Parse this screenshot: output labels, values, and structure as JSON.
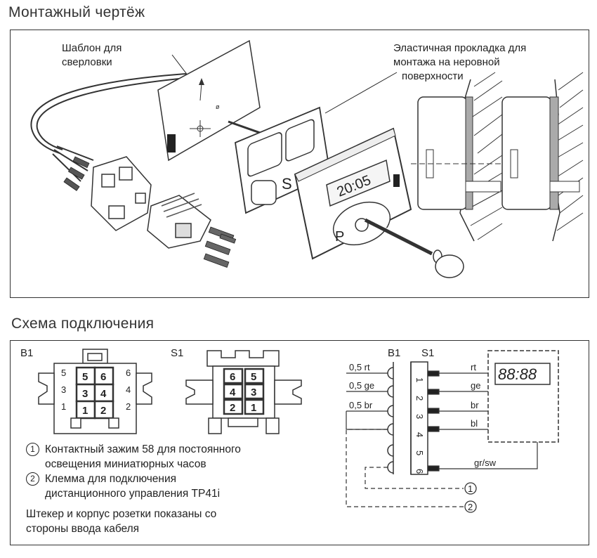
{
  "sections": {
    "mounting": {
      "title": "Монтажный чертёж",
      "template_label_1": "Шаблон для",
      "template_label_2": "сверловки",
      "gasket_label_1": "Эластичная прокладка для",
      "gasket_label_2": "монтажа на неровной",
      "gasket_label_3": "поверхности",
      "display_time": "20:05",
      "p_button": "P",
      "s_mark": "S"
    },
    "wiring": {
      "title": "Схема подключения",
      "b1_label": "B1",
      "s1_label": "S1",
      "b1_cells": [
        "5",
        "6",
        "3",
        "4",
        "1",
        "2"
      ],
      "s1_cells": [
        "6",
        "5",
        "4",
        "3",
        "2",
        "1"
      ],
      "side_small": [
        "5",
        "3",
        "1",
        "6",
        "4",
        "2"
      ],
      "wires": [
        "0,5 rt",
        "0,5 ge",
        "0,5 br"
      ],
      "pins": [
        "1",
        "2",
        "3",
        "4",
        "5",
        "6"
      ],
      "colors": [
        "rt",
        "ge",
        "br",
        "bl",
        "gr/sw"
      ],
      "clock_display": "88:88",
      "marker_1": "1",
      "marker_2": "2",
      "note_1_line_1": "Контактный зажим 58 для постоянного",
      "note_1_line_2": "освещения миниатюрных часов",
      "note_2_line_1": "Клемма для подключения",
      "note_2_line_2": "дистанционного управления TP41i",
      "footer_1": "Штекер и корпус розетки показаны со",
      "footer_2": "стороны ввода кабеля"
    }
  }
}
